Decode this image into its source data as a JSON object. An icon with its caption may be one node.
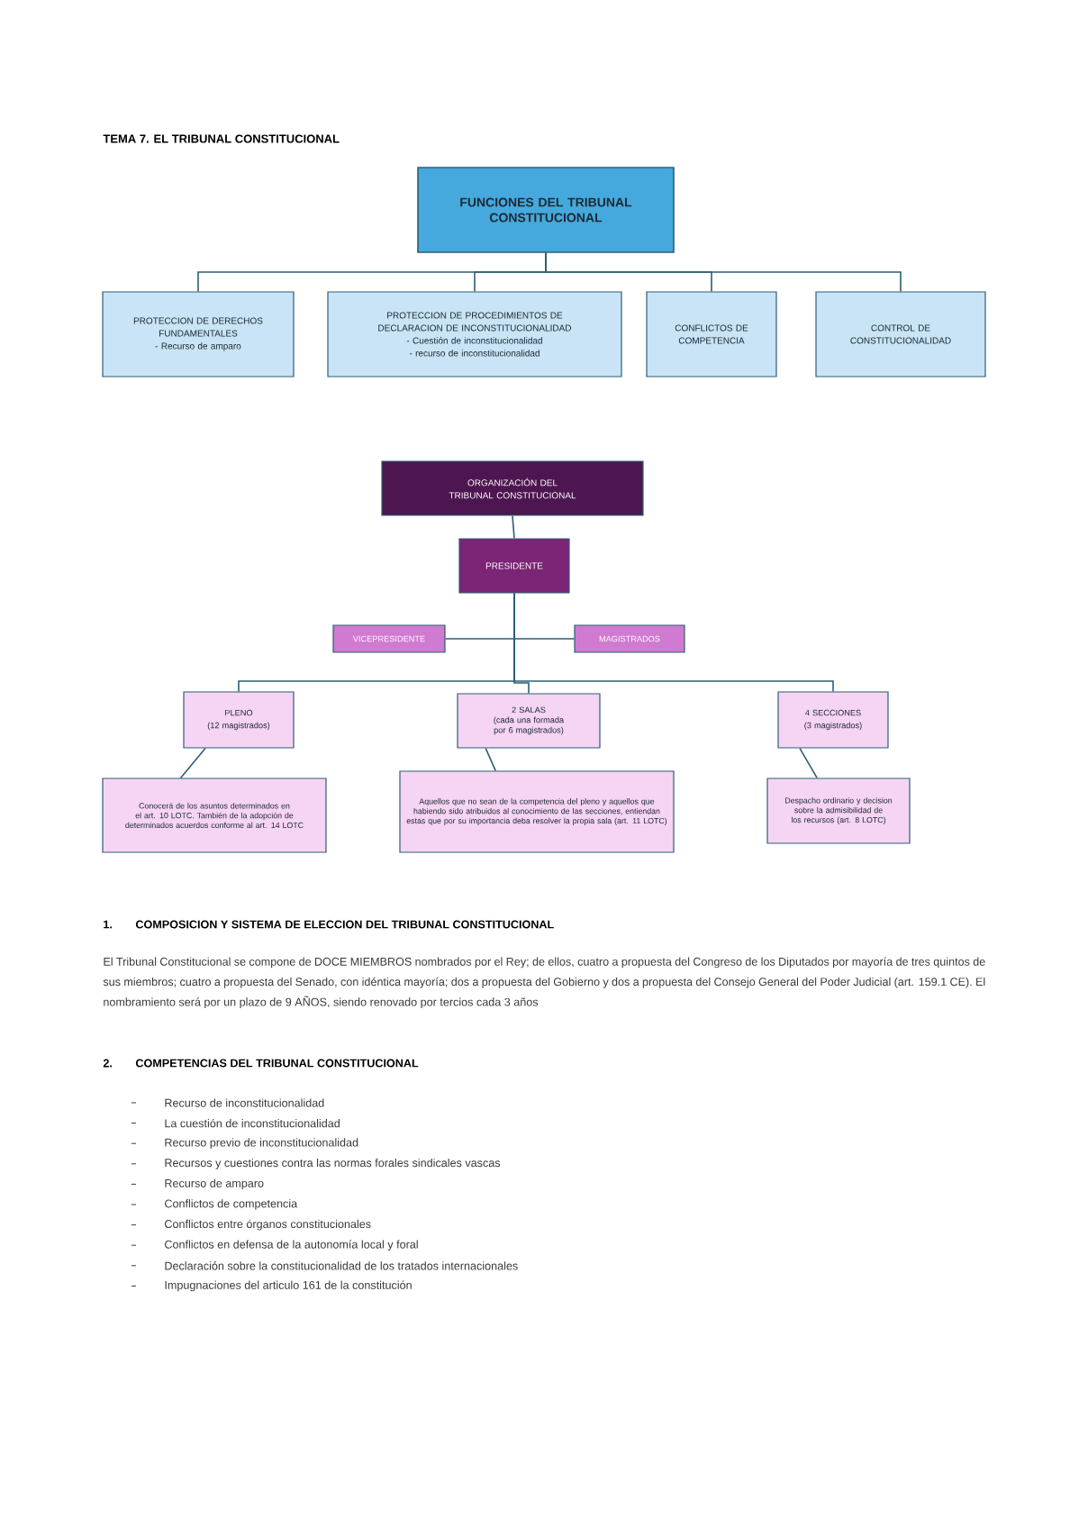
{
  "diagram": {
    "title": "TEMA 7. EL TRIBUNAL CONSTITUCIONAL",
    "nodes": [
      {
        "text": [
          "FUNCIONES DEL TRIBUNAL CONSTITUCIONAL"
        ]
      },
      {
        "text": [
          "PROTECCION DE DERECHOS FUNDAMENTALES",
          "- Recurso de amparo"
        ]
      },
      {
        "text": [
          "PROTECCION DE PROCEDIMIENTOS DE DECLARACION DE INCONSTITUCIONALIDAD",
          "- Cuestión de inconstitucionalidad",
          "- recurso de inconstitucionalidad"
        ]
      },
      {
        "text": [
          "CONFLICTOS DE COMPETENCIA"
        ]
      },
      {
        "text": [
          "CONTROL DE CONSTITUCIONALIDAD"
        ]
      },
      {
        "text": [
          "ORGANIZACIÓN DEL TRIBUNAL CONSTITUCIONAL"
        ]
      },
      {
        "text": [
          "PRESIDENTE"
        ]
      },
      {
        "text": [
          "VICEPRESIDENTE"
        ]
      },
      {
        "text": [
          "MAGISTRADOS"
        ]
      },
      {
        "text": [
          "PLENO",
          "(12 magistrados)"
        ]
      },
      {
        "text": [
          "2 SALAS",
          "(cada una formada por 6 magistrados)"
        ]
      },
      {
        "text": [
          "4 SECCIONES",
          "(3 magistrados)"
        ]
      },
      {
        "text": [
          "Conocerá de los asuntos determinados en el art. 10 LOTC. También de la adopción de determinados acuerdos conforme al art. 14 LOTC"
        ]
      },
      {
        "text": [
          "Aquellos que no sean de la competencia del pleno y aquellos que habiendo sido atribuidos al conocimiento de las secciones, entiendan estas que por su importancia deba resolver la propia sala (art. 11 LOTC)"
        ]
      },
      {
        "text": [
          "Despacho ordinario y decision sobre la admisibilidad de los recursos (art. 8 LOTC)"
        ]
      }
    ],
    "edges": [
      {
        "from": 0,
        "to": 1,
        "arrow": "none"
      },
      {
        "from": 0,
        "to": 2,
        "arrow": "none"
      },
      {
        "from": 0,
        "to": 3,
        "arrow": "none"
      },
      {
        "from": 0,
        "to": 4,
        "arrow": "none"
      },
      {
        "from": 5,
        "to": 6,
        "arrow": "none"
      },
      {
        "from": 6,
        "to": 7,
        "arrow": "none"
      },
      {
        "from": 6,
        "to": 8,
        "arrow": "none"
      },
      {
        "from": 6,
        "to": 9,
        "arrow": "none"
      },
      {
        "from": 6,
        "to": 10,
        "arrow": "none"
      },
      {
        "from": 6,
        "to": 11,
        "arrow": "none"
      },
      {
        "from": 9,
        "to": 12,
        "arrow": "none"
      },
      {
        "from": 10,
        "to": 13,
        "arrow": "none"
      },
      {
        "from": 11,
        "to": 14,
        "arrow": "none"
      }
    ],
    "labels": [
      "1.",
      "COMPOSICION Y SISTEMA DE ELECCION DEL TRIBUNAL CONSTITUCIONAL",
      "El Tribunal Constitucional se compone de DOCE MIEMBROS nombrados por el Rey; de ellos, cuatro a propuesta del Congreso de los Diputados por mayoría de tres quintos de sus miembros; cuatro a propuesta del Senado, con idéntica mayoría; dos a propuesta del Gobierno y dos a propuesta del Consejo General del Poder Judicial (art. 159.1 CE). El nombramiento será por un plazo de 9 AÑOS, siendo renovado por tercios cada 3 años",
      "2.",
      "COMPETENCIAS DEL TRIBUNAL CONSTITUCIONAL",
      "Recurso de inconstitucionalidad",
      "La cuestión de inconstitucionalidad",
      "Recurso previo de inconstitucionalidad",
      "Recursos y cuestiones contra las normas forales sindicales vascas",
      "Recurso de amparo",
      "Conflictos de competencia",
      "Conflictos entre órganos constitucionales",
      "Conflictos en defensa de la autonomía local y foral",
      "Declaración sobre la constitucionalidad de los tratados internacionales",
      "Impugnaciones del articulo 161 de la constitución"
    ]
  }
}
